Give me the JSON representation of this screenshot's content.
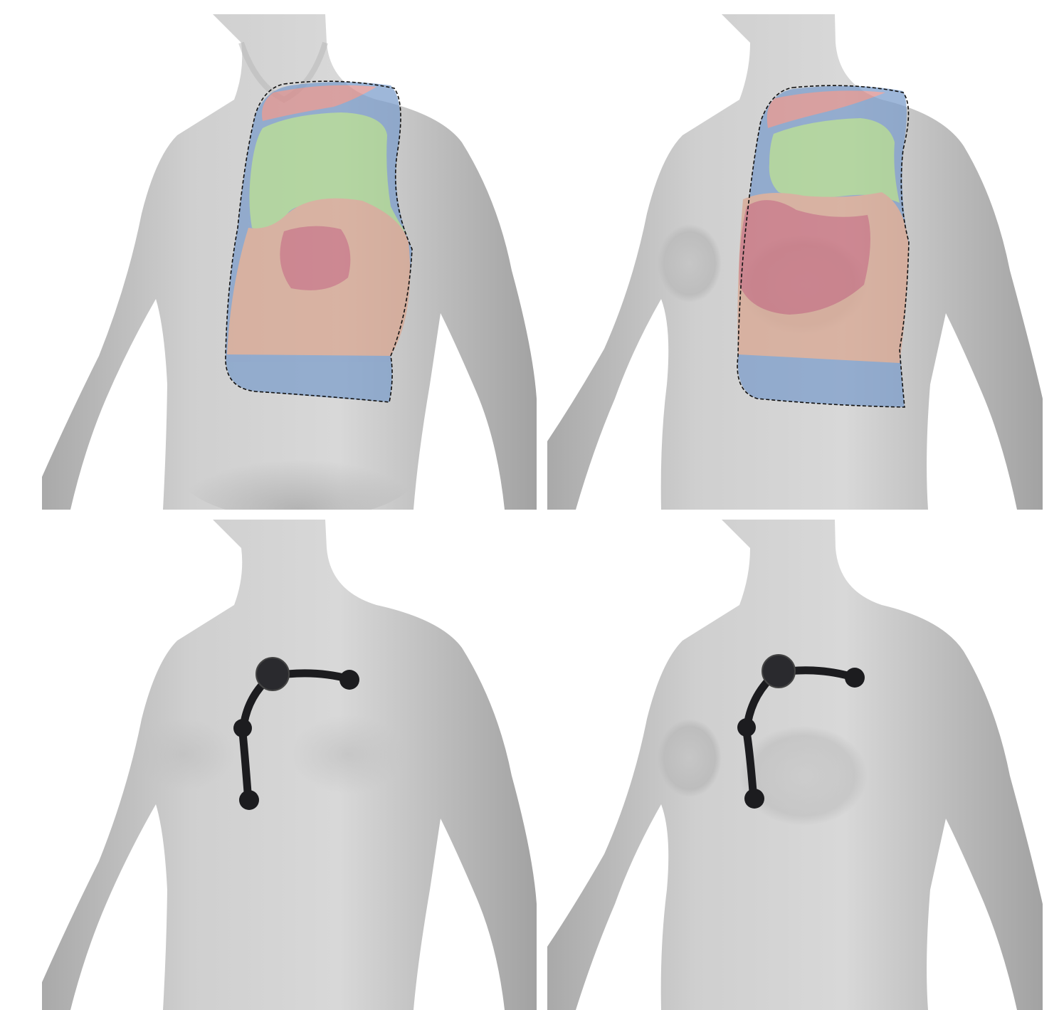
{
  "figure": {
    "panels": [
      {
        "id": "male-torso-heatmap",
        "body": "male",
        "overlay": "heatmap"
      },
      {
        "id": "female-torso-heatmap",
        "body": "female",
        "overlay": "heatmap"
      },
      {
        "id": "male-torso-device",
        "body": "male",
        "overlay": "device"
      },
      {
        "id": "female-torso-device",
        "body": "female",
        "overlay": "device"
      }
    ],
    "colors": {
      "background": "#ffffff",
      "skin_light": "#d9d9d9",
      "skin_mid": "#bdbdbd",
      "skin_dark": "#9a9a9a",
      "zone_blue": "#7a9ccb",
      "zone_green": "#a7d58e",
      "zone_peach": "#d9a58f",
      "zone_red": "#c96a78",
      "outline_dash": "#111111",
      "device": "#1c1c1f"
    },
    "device_nodes": 4
  }
}
